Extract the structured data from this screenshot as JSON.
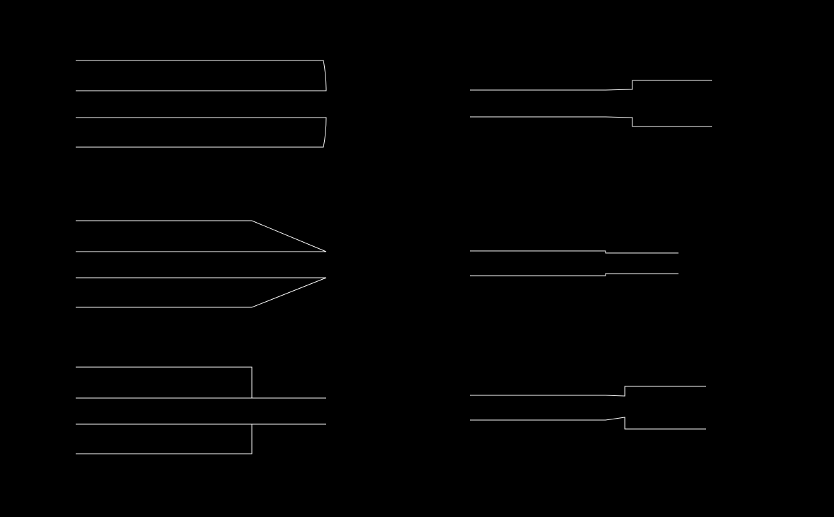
{
  "background_color": "#000000",
  "line_color": "#ffffff",
  "figures": [
    {
      "id": "rounded-end-pair",
      "description_name": "rounded-end-pair"
    },
    {
      "id": "pointed-end-pair",
      "description_name": "pointed-end-pair"
    },
    {
      "id": "stepped-extension-pair",
      "description_name": "stepped-extension-pair"
    },
    {
      "id": "flared-step-pair",
      "description_name": "flared-step-pair"
    },
    {
      "id": "straight-continuation-pair",
      "description_name": "straight-continuation-pair"
    },
    {
      "id": "small-flared-step-pair",
      "description_name": "small-flared-step-pair"
    }
  ]
}
